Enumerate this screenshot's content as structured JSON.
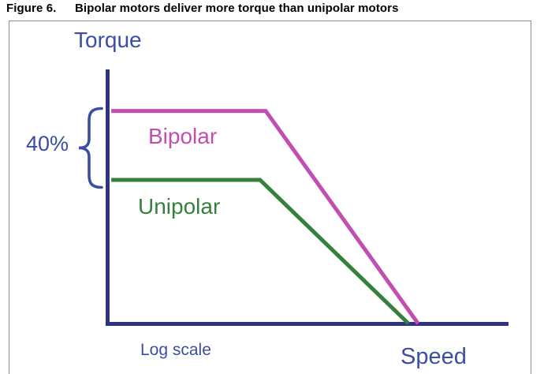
{
  "figure": {
    "label": "Figure 6.",
    "title": "Bipolar motors deliver more torque than unipolar motors"
  },
  "chart_data": {
    "type": "line",
    "title": "Bipolar motors deliver more torque than unipolar motors",
    "xlabel": "Speed",
    "ylabel": "Torque",
    "x_scale_note": "Log scale",
    "annotation": "40%",
    "annotation_meaning": "Bipolar torque plateau is about 40% higher than unipolar plateau",
    "x_axis": {
      "scale": "log",
      "normalized_range": [
        0,
        1
      ],
      "ticks": "none"
    },
    "y_axis": {
      "unit": "relative torque (unipolar plateau = 1.0)",
      "range": [
        0,
        1.48
      ],
      "ticks": "none"
    },
    "grid": false,
    "legend_position": "inline-labels",
    "series": [
      {
        "name": "Bipolar",
        "color": "#c14fb2",
        "plateau_torque": 1.48,
        "values": [
          [
            0.012,
            1.48
          ],
          [
            0.396,
            1.48
          ],
          [
            0.775,
            0
          ]
        ]
      },
      {
        "name": "Unipolar",
        "color": "#35803c",
        "plateau_torque": 1.0,
        "values": [
          [
            0.012,
            1.0
          ],
          [
            0.382,
            1.0
          ],
          [
            0.751,
            0
          ]
        ]
      }
    ],
    "axes_color": "#2e3382",
    "label_color": "#3b4ea2"
  }
}
